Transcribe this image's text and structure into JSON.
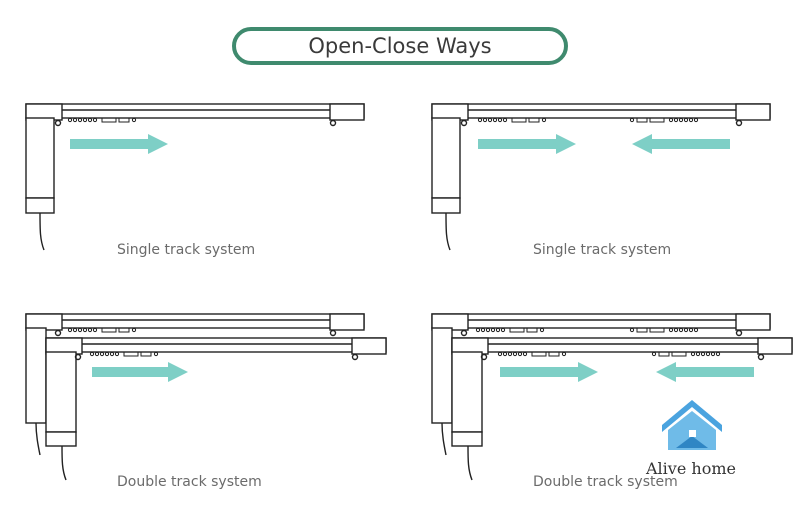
{
  "title": "Open-Close Ways",
  "panels": [
    {
      "caption": "Single track system",
      "direction": "one-way-right"
    },
    {
      "caption": "Single track system",
      "direction": "center-meet"
    },
    {
      "caption": "Double track system",
      "direction": "one-way-right"
    },
    {
      "caption": "Double track system",
      "direction": "center-meet"
    }
  ],
  "watermark": {
    "text": "Alive home",
    "icon": "house-logo-icon"
  },
  "colors": {
    "title_border": "#3f8a6e",
    "arrow": "#7ecfc6",
    "line": "#222222",
    "icon": "#4aa3df"
  }
}
